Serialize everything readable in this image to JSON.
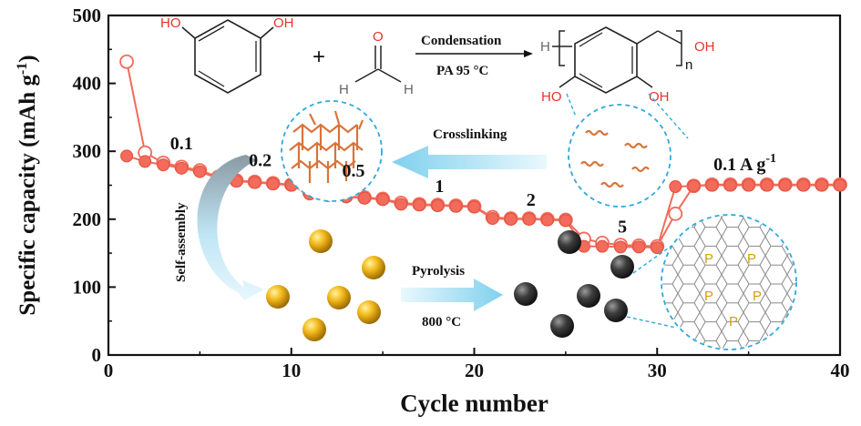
{
  "chart_data": {
    "type": "scatter",
    "xlabel": "Cycle number",
    "ylabel": "Specific capacity (mAh g",
    "ylabel_sup": "-1",
    "ylabel_close": ")",
    "xlim": [
      0,
      40
    ],
    "ylim": [
      0,
      500
    ],
    "xticks": [
      "0",
      "10",
      "20",
      "30",
      "40"
    ],
    "yticks": [
      "0",
      "100",
      "200",
      "300",
      "400",
      "500"
    ],
    "grid": false,
    "series": [
      {
        "marker": "filled-circle",
        "color": "#f26b5b",
        "x": [
          1,
          2,
          3,
          4,
          5,
          6,
          7,
          8,
          9,
          10,
          11,
          12,
          13,
          14,
          15,
          16,
          17,
          18,
          19,
          20,
          21,
          22,
          23,
          24,
          25,
          26,
          27,
          28,
          29,
          30,
          31,
          32,
          33,
          34,
          35,
          36,
          37,
          38,
          39,
          40
        ],
        "y": [
          293,
          285,
          280,
          275,
          270,
          260,
          256,
          254,
          252,
          250,
          237,
          235,
          233,
          231,
          229,
          222,
          221,
          220,
          219,
          218,
          201,
          200,
          200,
          199,
          198,
          160,
          160,
          159,
          159,
          158,
          248,
          249,
          250,
          250,
          250,
          250,
          250,
          250,
          250,
          250
        ]
      },
      {
        "marker": "open-circle",
        "color": "#f26b5b",
        "x": [
          1,
          2,
          3,
          4,
          5,
          6,
          7,
          8,
          9,
          10,
          11,
          12,
          13,
          14,
          15,
          16,
          17,
          18,
          19,
          20,
          21,
          22,
          23,
          24,
          25,
          26,
          27,
          28,
          29,
          30,
          31,
          32,
          33,
          34,
          35,
          36,
          37,
          38,
          39,
          40
        ],
        "y": [
          432,
          298,
          283,
          277,
          272,
          262,
          257,
          255,
          253,
          251,
          239,
          236,
          234,
          232,
          230,
          224,
          222,
          221,
          220,
          219,
          203,
          201,
          201,
          200,
          199,
          171,
          165,
          162,
          161,
          160,
          208,
          249,
          251,
          251,
          251,
          251,
          251,
          251,
          251,
          251
        ]
      }
    ],
    "annotations": {
      "rates": [
        {
          "text": "0.1",
          "x": 4.0,
          "y": 303
        },
        {
          "text": "0.2",
          "x": 8.3,
          "y": 278
        },
        {
          "text": "0.5",
          "x": 13.4,
          "y": 263
        },
        {
          "text": "1",
          "x": 18.1,
          "y": 240
        },
        {
          "text": "2",
          "x": 23.1,
          "y": 220
        },
        {
          "text": "5",
          "x": 28.1,
          "y": 180
        },
        {
          "text": "0.1 A g",
          "x": 34.8,
          "y": 272,
          "sup": "-1"
        }
      ],
      "scheme": {
        "reactant1_oh_left": "HO",
        "reactant1_oh_right": "OH",
        "plus": "+",
        "aldehyde_o": "O",
        "aldehyde_h_left": "H",
        "aldehyde_h_right": "H",
        "condensation": "Condensation",
        "conditions": "PA  95 °C",
        "product_h": "H",
        "product_oh_top": "OH",
        "product_n": "n",
        "product_ho": "HO",
        "product_oh_bottom": "OH",
        "crosslinking": "Crosslinking",
        "self_assembly": "Self-assembly",
        "pyrolysis": "Pyrolysis",
        "pyrolysis_temp": "800 °C",
        "dopant": "P"
      }
    },
    "colors": {
      "series": "#f26b5b",
      "chem_red": "#e8332a",
      "arrow_blue": "#9fdcf2",
      "dashed_circle": "#2fa9dc",
      "orange_chain": "#d8743a",
      "gold_sphere": "#e9a90f",
      "dark_sphere": "#3c3c3c"
    }
  }
}
